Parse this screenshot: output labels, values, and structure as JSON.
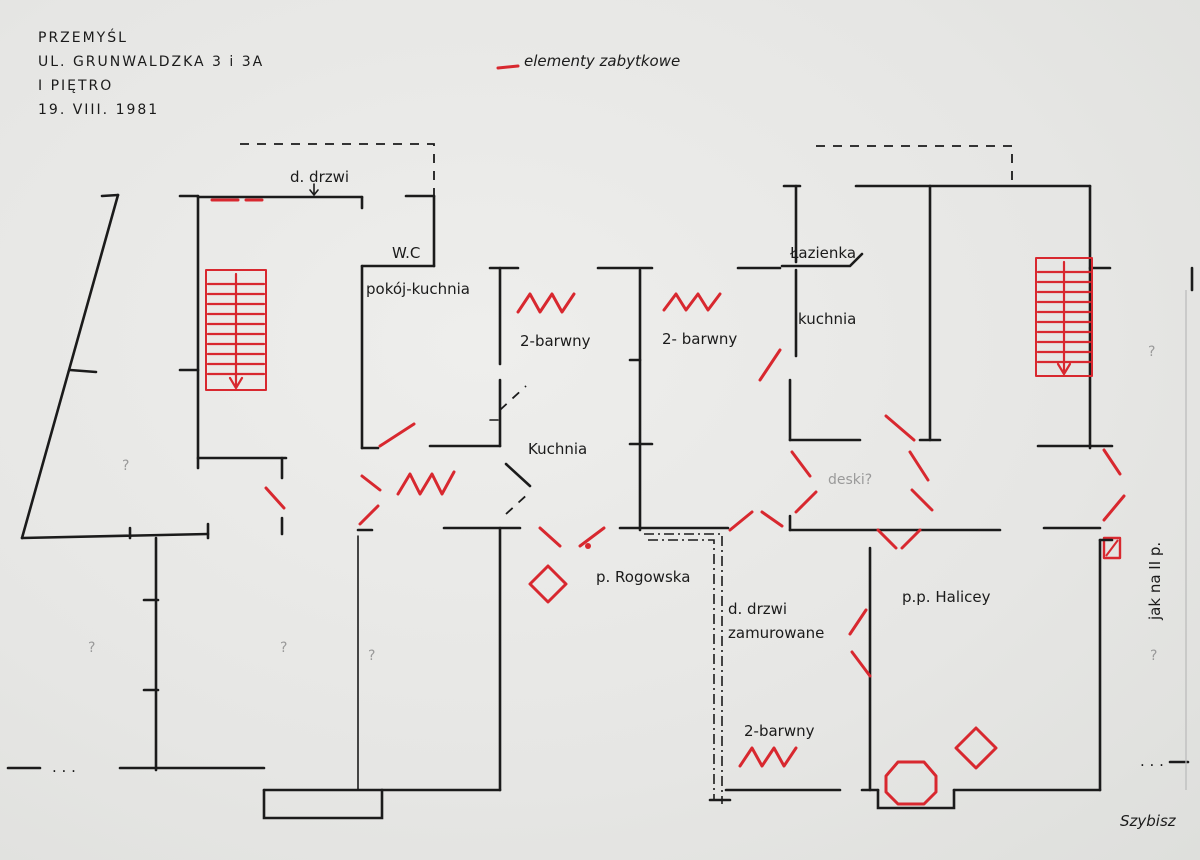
{
  "header": {
    "city": "PRZEMYŚL",
    "street": "UL. GRUNWALDZKA 3 i 3A",
    "floor": "I PIĘTRO",
    "date": "19. VIII. 1981"
  },
  "legend": {
    "label": "elementy zabytkowe",
    "color": "#d8282f"
  },
  "labels": {
    "d_drzwi_top": "d. drzwi",
    "wc": "W.C",
    "pokoj_kuchnia": "pokój-kuchnia",
    "two_color_1": "2-barwny",
    "two_color_2": "2- barwny",
    "two_color_3": "2-barwny",
    "kuchnia_center": "Kuchnia",
    "lazienka": "Łazienka",
    "kuchnia_right": "kuchnia",
    "deski": "deski?",
    "rogowska": "p. Rogowska",
    "d_drzwi_zamurowane_1": "d. drzwi",
    "d_drzwi_zamurowane_2": "zamurowane",
    "halicey": "p.p. Halicey",
    "side_note": "jak na II p.",
    "signature": "Szybisz",
    "q1": "?",
    "q2": "?",
    "q3": "?",
    "q4": "?",
    "q5": "?",
    "q6": "?",
    "dots_left": ". . .",
    "dots_right": ". . ."
  },
  "colors": {
    "paper": "#e7e7e5",
    "ink": "#1b1b1b",
    "historic_red": "#d8282f"
  }
}
